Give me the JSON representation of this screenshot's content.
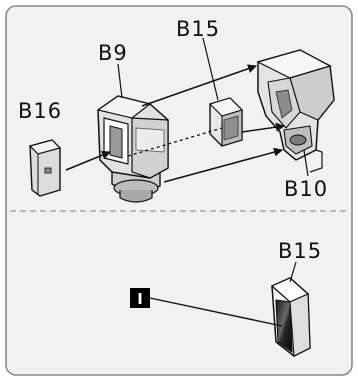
{
  "labels": {
    "b16": "B16",
    "b9": "B9",
    "b15_top": "B15",
    "b10": "B10",
    "b15_bottom": "B15"
  },
  "marker": {
    "text": "I"
  },
  "colors": {
    "panel_fill": "#f1f1f1",
    "panel_stroke": "#8a8a8a",
    "part_fill": "#e2e2e2",
    "part_shade": "#bcbcbc",
    "part_dark": "#7a7a7a",
    "line": "#111111",
    "divider": "#9a9a9a"
  }
}
